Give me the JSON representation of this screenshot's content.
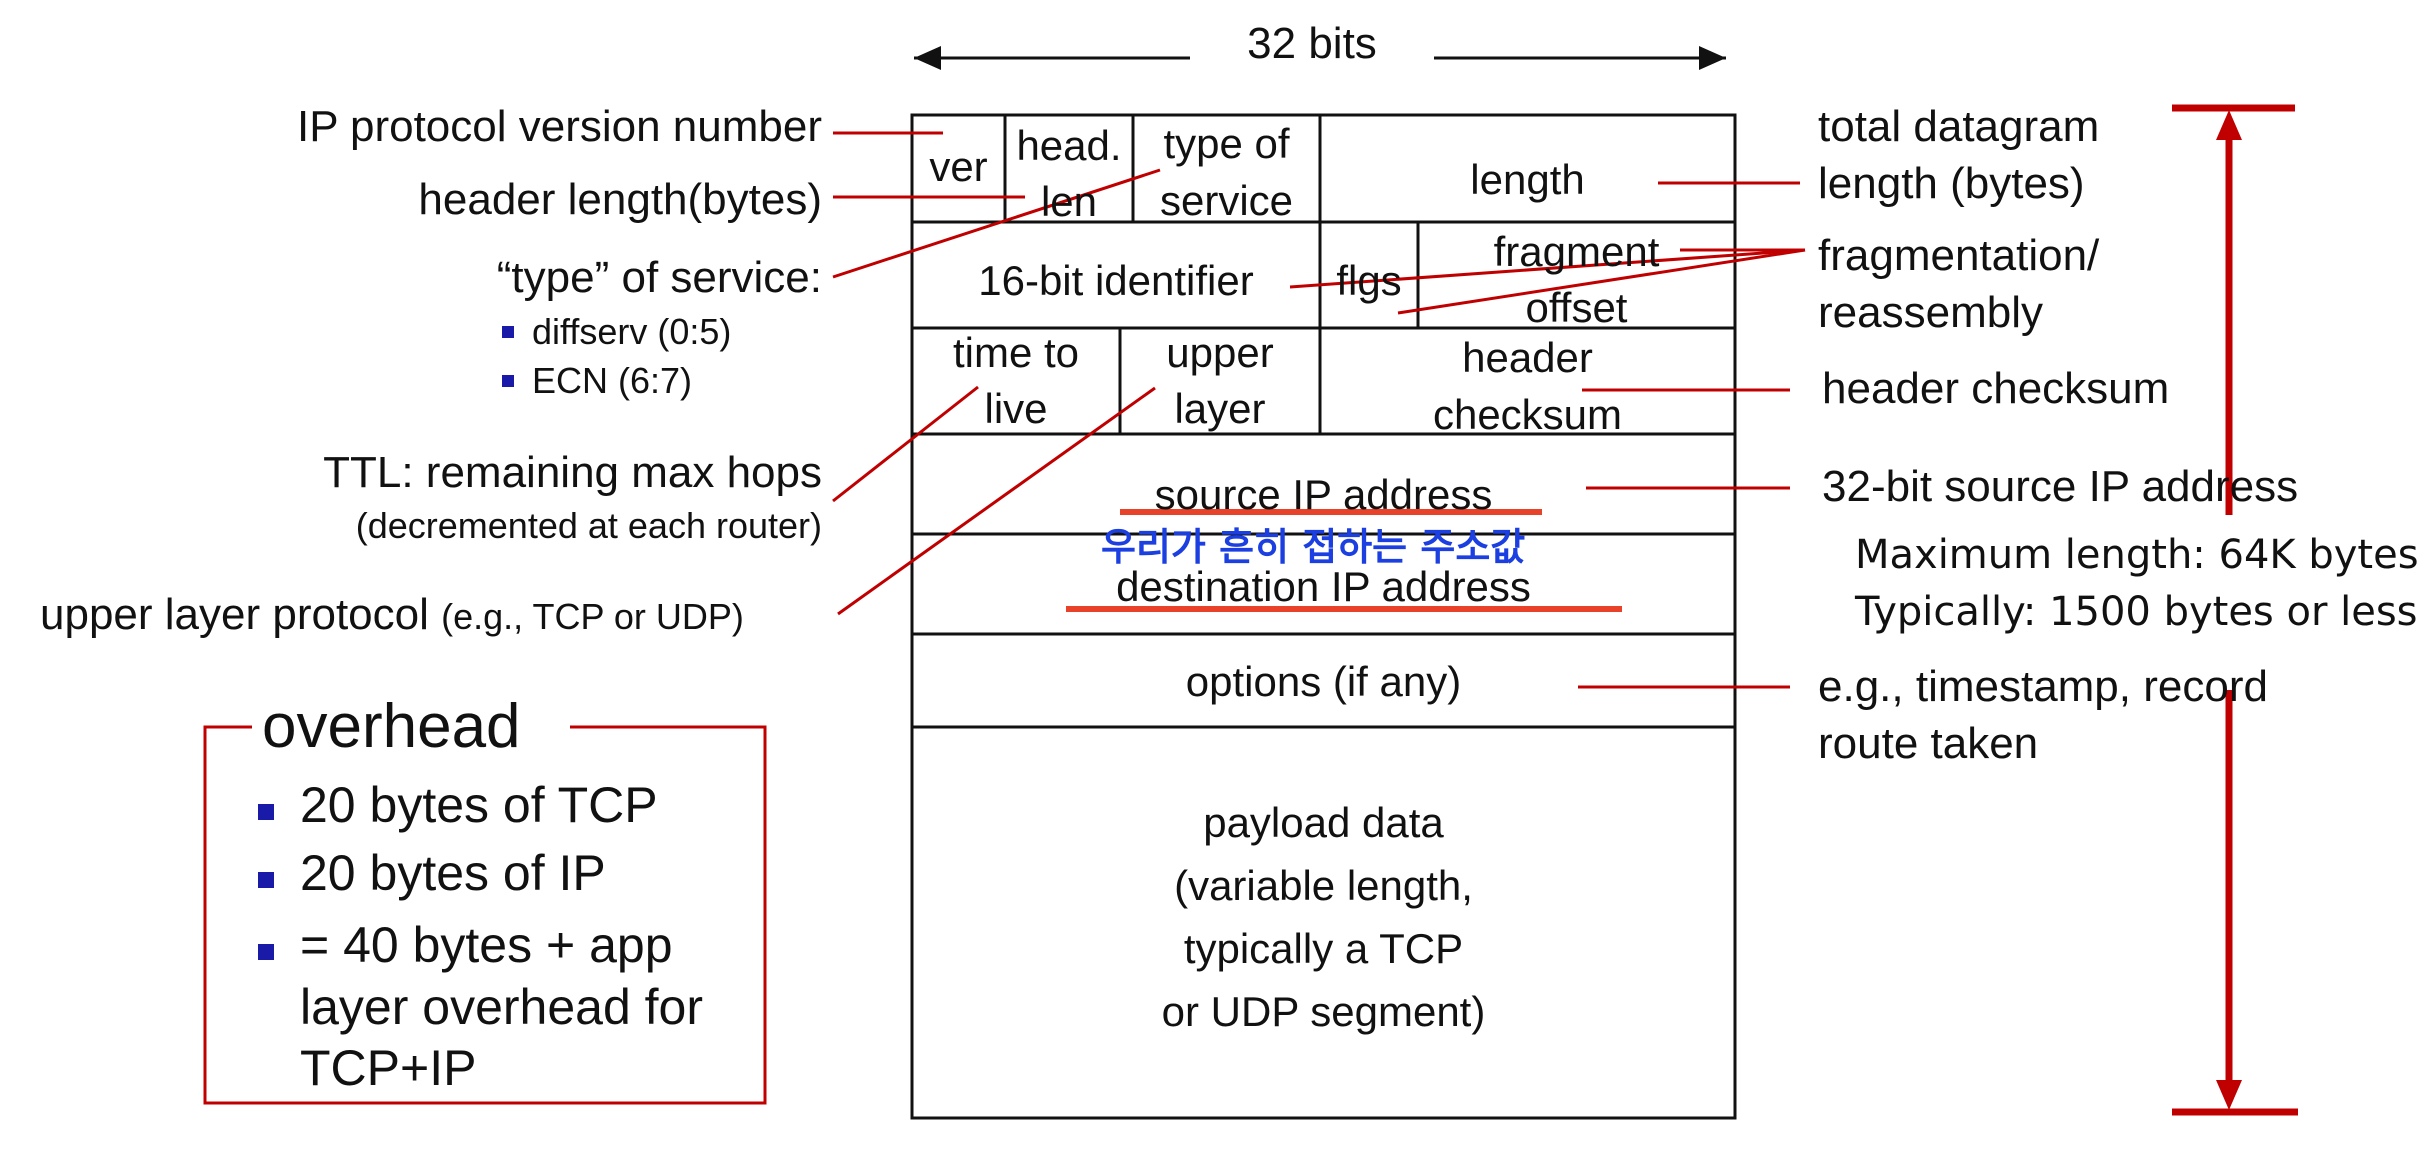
{
  "header": {
    "width_label": "32 bits"
  },
  "fields": {
    "ver": "ver",
    "head_len_1": "head.",
    "head_len_2": "len",
    "tos_1": "type of",
    "tos_2": "service",
    "length": "length",
    "identifier": "16-bit identifier",
    "flags": "flgs",
    "frag_1": "fragment",
    "frag_2": "offset",
    "ttl_1": "time to",
    "ttl_2": "live",
    "upper_1": "upper",
    "upper_2": "layer",
    "checksum_1": "header",
    "checksum_2": "checksum",
    "src": "source IP address",
    "dst": "destination IP address",
    "options": "options (if any)",
    "payload": [
      "payload data",
      "(variable length,",
      "typically a TCP",
      "or UDP segment)"
    ]
  },
  "left_labels": {
    "version": "IP protocol version number",
    "header_length": "header length(bytes)",
    "tos": "“type” of service:",
    "tos_items": [
      "diffserv (0:5)",
      "ECN (6:7)"
    ],
    "ttl_1": "TTL: remaining  max hops",
    "ttl_2": "(decremented at each router)",
    "upper_1": "upper layer protocol",
    "upper_2": "(e.g., TCP or UDP)"
  },
  "right_labels": {
    "total_1": "total datagram",
    "total_2": "length (bytes)",
    "frag_1": "fragmentation/",
    "frag_2": "reassembly",
    "checksum": "header checksum",
    "src": "32-bit source IP address",
    "max_len": "Maximum length: 64K bytes",
    "typical": "Typically: 1500 bytes or less",
    "options_1": "e.g., timestamp, record",
    "options_2": "route taken"
  },
  "annotation": {
    "korean": "우리가 흔히 접하는 주소값"
  },
  "overhead": {
    "title": "overhead",
    "items": [
      "20 bytes of TCP",
      "20 bytes of IP"
    ],
    "item3": [
      "= 40 bytes + app",
      "layer overhead for",
      "TCP+IP"
    ]
  },
  "colors": {
    "line": "#c00000",
    "underline": "#e8432a",
    "bullet": "#1a1aa8",
    "korean": "#1b3fe0"
  }
}
